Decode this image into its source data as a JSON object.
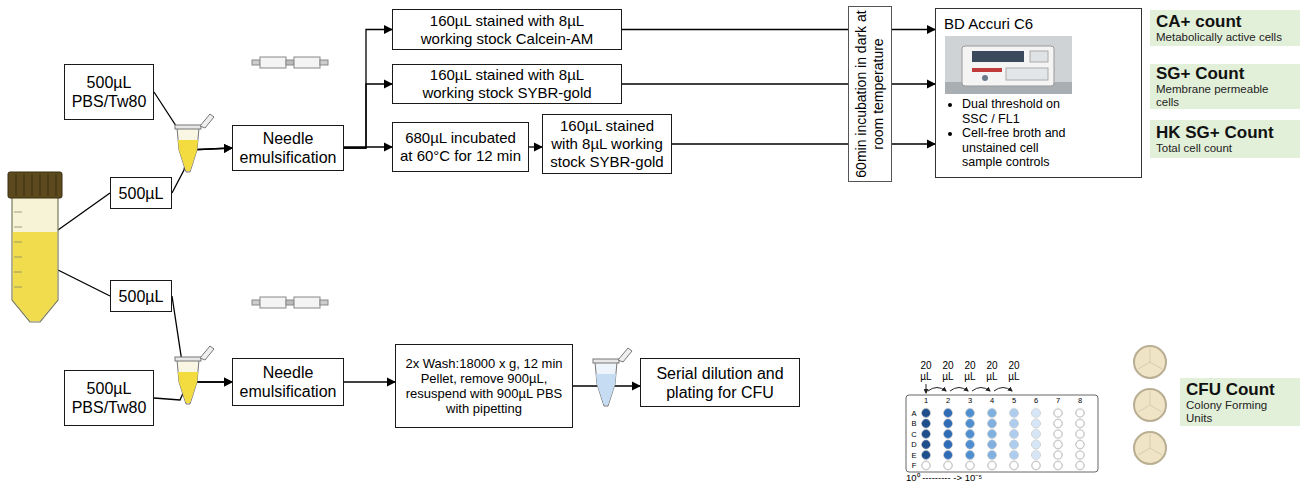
{
  "diagram": {
    "nodes": [
      {
        "text": [
          "500µL PBS/Tw80"
        ]
      },
      {
        "text": [
          "500µL"
        ]
      },
      {
        "text": [
          "Needle emulsification"
        ]
      },
      {
        "text": [
          "160µL stained with 8µL working stock Calcein-AM"
        ]
      },
      {
        "text": [
          "160µL stained with 8µL working stock SYBR-gold"
        ]
      },
      {
        "text": [
          "680µL incubated at 60°C for 12 min"
        ]
      },
      {
        "text": [
          "160µL stained with 8µL working stock SYBR-gold"
        ]
      },
      {
        "text": [
          "60min incubation in dark at room temperature"
        ]
      },
      {
        "text": [
          "BD Accuri C6",
          "Dual threshold on SSC / FL1",
          "Cell-free broth and unstained cell sample controls"
        ]
      },
      {
        "text": [
          "CA+ count",
          "Metabolically active cells"
        ]
      },
      {
        "text": [
          "SG+ Count",
          "Membrane permeable cells"
        ]
      },
      {
        "text": [
          "HK SG+ Count",
          "Total cell count"
        ]
      },
      {
        "text": [
          "500µL"
        ]
      },
      {
        "text": [
          "500µL PBS/Tw80"
        ]
      },
      {
        "text": [
          "Needle emulsification"
        ]
      },
      {
        "text": [
          "2x Wash:18000 x g, 12 min Pellet, remove 900µL, resuspend with 900µL PBS with pipetting"
        ]
      },
      {
        "text": [
          "Serial dilution and plating for CFU"
        ]
      },
      {
        "text": [
          "CFU Count",
          "Colony Forming Units"
        ]
      }
    ],
    "edges": [
      {
        "from": 0,
        "to": 2,
        "arrow": "to"
      },
      {
        "from": 1,
        "to": 2,
        "arrow": "to"
      },
      {
        "from": 2,
        "to": 3,
        "arrow": "to"
      },
      {
        "from": 2,
        "to": 4,
        "arrow": "to"
      },
      {
        "from": 2,
        "to": 5,
        "arrow": "to"
      },
      {
        "from": 5,
        "to": 6,
        "arrow": "to"
      },
      {
        "from": 3,
        "to": 7,
        "arrow": "none"
      },
      {
        "from": 4,
        "to": 7,
        "arrow": "none"
      },
      {
        "from": 6,
        "to": 7,
        "arrow": "none"
      },
      {
        "from": 7,
        "to": 8,
        "arrow": "to"
      },
      {
        "from": 7,
        "to": 8,
        "arrow": "to"
      },
      {
        "from": 7,
        "to": 8,
        "arrow": "to"
      },
      {
        "from": 12,
        "to": 14,
        "arrow": "to"
      },
      {
        "from": 13,
        "to": 14,
        "arrow": "to"
      },
      {
        "from": 14,
        "to": 15,
        "arrow": "to"
      },
      {
        "from": 15,
        "to": 16,
        "arrow": "to"
      }
    ],
    "labels": [
      "20 µL",
      "20 µL",
      "20 µL",
      "20 µL",
      "20 µL",
      "1",
      "2",
      "3",
      "4",
      "5",
      "6",
      "7",
      "8",
      "A",
      "B",
      "C",
      "D",
      "E",
      "F",
      "10⁰ --------- -> 10⁻⁵"
    ]
  }
}
